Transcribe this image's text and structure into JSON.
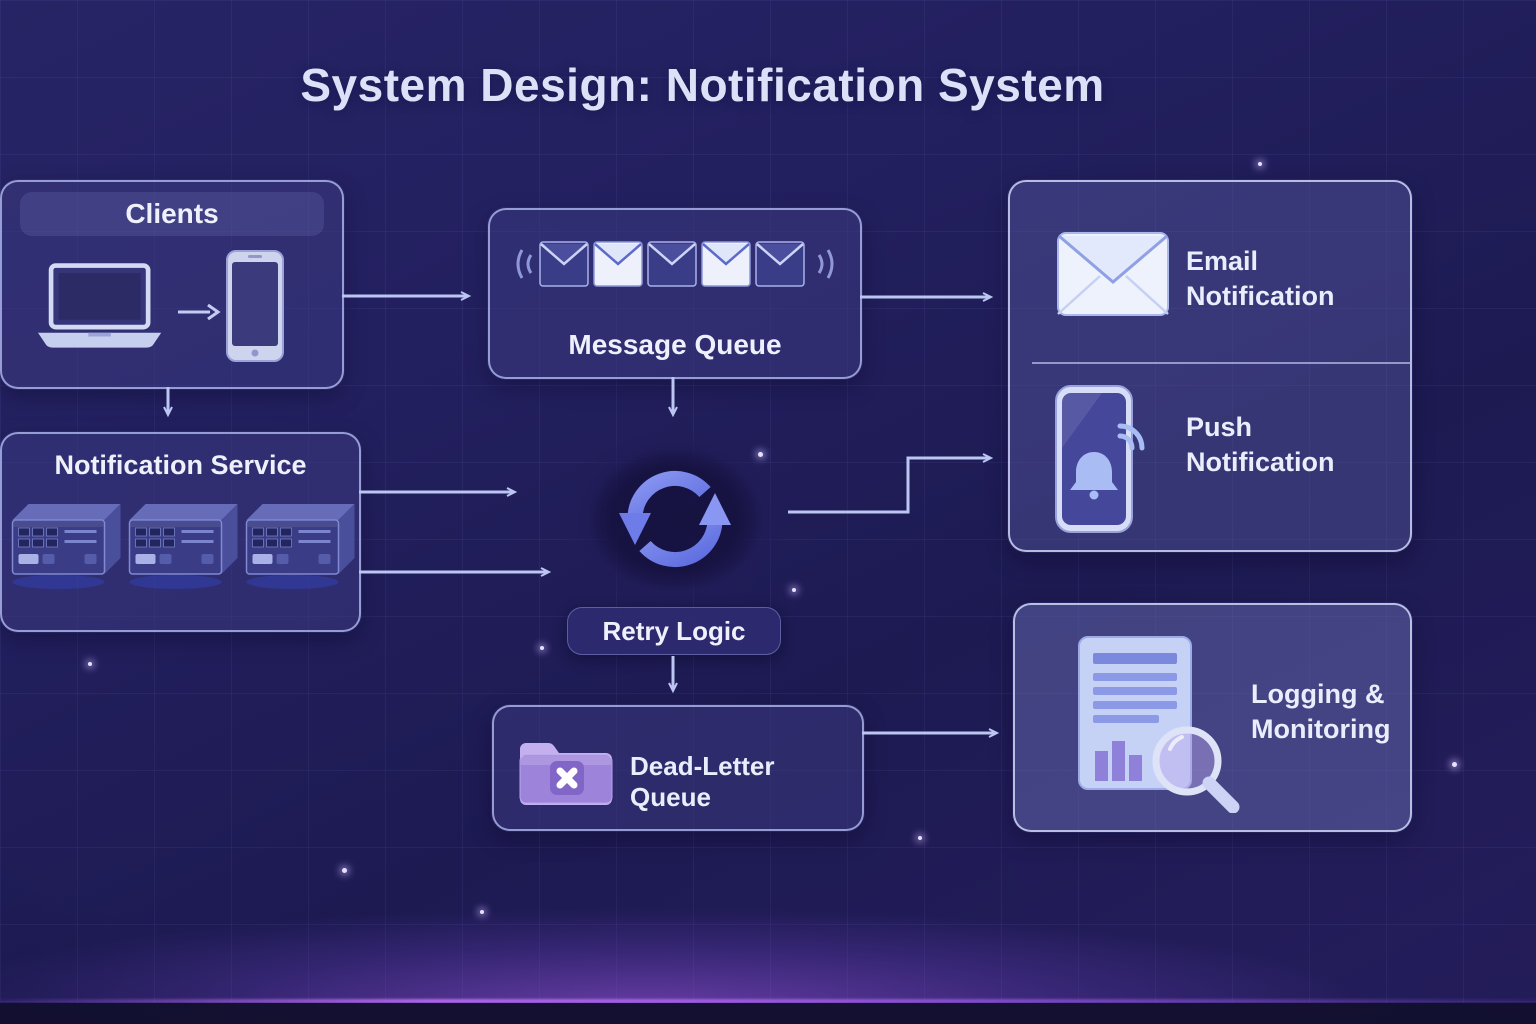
{
  "title": "System Design: Notification System",
  "nodes": {
    "clients": {
      "label": "Clients",
      "icons": [
        "laptop-icon",
        "smartphone-icon"
      ]
    },
    "notification_service": {
      "label": "Notification Service",
      "icons": [
        "server-icon",
        "server-icon",
        "server-icon"
      ]
    },
    "message_queue": {
      "label": "Message Queue",
      "icons": [
        "envelope-queue-icon"
      ]
    },
    "retry_logic": {
      "label": "Retry Logic",
      "icons": [
        "retry-cycle-icon"
      ]
    },
    "dead_letter_queue": {
      "label": "Dead-Letter Queue",
      "icons": [
        "folder-x-icon"
      ]
    },
    "email_notification": {
      "label": "Email Notification",
      "icons": [
        "email-envelope-icon"
      ]
    },
    "push_notification": {
      "label": "Push Notification",
      "icons": [
        "push-phone-bell-icon",
        "signal-waves-icon"
      ]
    },
    "logging_monitoring": {
      "label": "Logging & Monitoring",
      "icons": [
        "document-icon",
        "magnifier-icon"
      ]
    }
  },
  "edges": [
    {
      "from": "clients",
      "to": "message_queue"
    },
    {
      "from": "clients",
      "to": "notification_service"
    },
    {
      "from": "notification_service",
      "to": "retry_logic"
    },
    {
      "from": "notification_service",
      "to": "retry_logic"
    },
    {
      "from": "message_queue",
      "to": "retry_logic"
    },
    {
      "from": "message_queue",
      "to": "email_notification"
    },
    {
      "from": "retry_logic",
      "to": "push_notification"
    },
    {
      "from": "retry_logic",
      "to": "dead_letter_queue"
    },
    {
      "from": "dead_letter_queue",
      "to": "logging_monitoring"
    }
  ],
  "colors": {
    "background": "#201d55",
    "panel_border": "#aeb6ea",
    "arrow": "#bcc6f2",
    "title_text": "#dde1f7",
    "accent_purple": "#9b7fd8",
    "icon_blue": "#a9bcf4"
  }
}
